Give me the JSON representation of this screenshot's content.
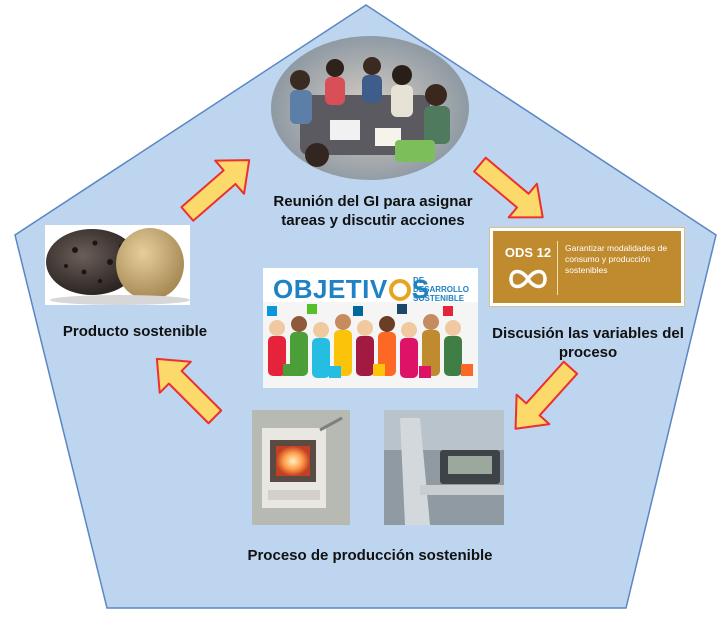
{
  "labels": {
    "meeting": "Reunión del GI para asignar tareas y discutir acciones",
    "product": "Producto sostenible",
    "variables": "Discusión las variables del  proceso",
    "process": "Proceso de producción sostenible"
  },
  "ods_card": {
    "number": "ODS 12",
    "text": "Garantizar modalidades de consumo y producción sostenibles"
  },
  "sdg_banner": {
    "title": "OBJETIV",
    "title_end": "S",
    "subtitle": "DE DESARROLLO SOSTENIBLE"
  },
  "colors": {
    "pentagon_fill": "#bdd5ee",
    "pentagon_stroke": "#5b86c5",
    "arrow_fill": "#fbd96b",
    "arrow_stroke": "#ee2f2f",
    "ods_brown": "#bf8b2e",
    "sdg_blue": "#1f82c4"
  }
}
